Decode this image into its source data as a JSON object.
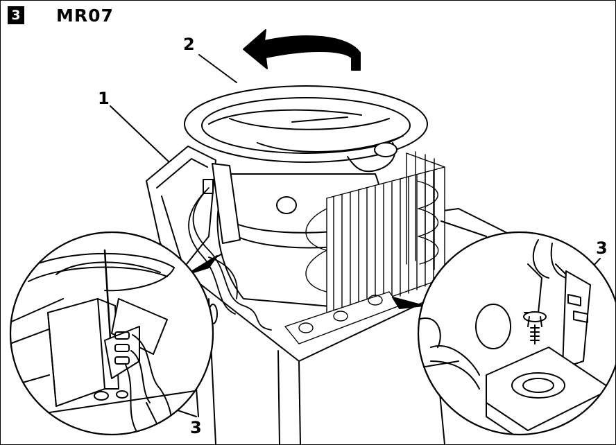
{
  "figure": {
    "number": "3",
    "title": "MR07"
  },
  "callouts": {
    "cabinet": "1",
    "condenser_tube": "2",
    "mount_right": "3",
    "mount_left": "3"
  },
  "colors": {
    "line": "#000000",
    "background": "#ffffff"
  }
}
